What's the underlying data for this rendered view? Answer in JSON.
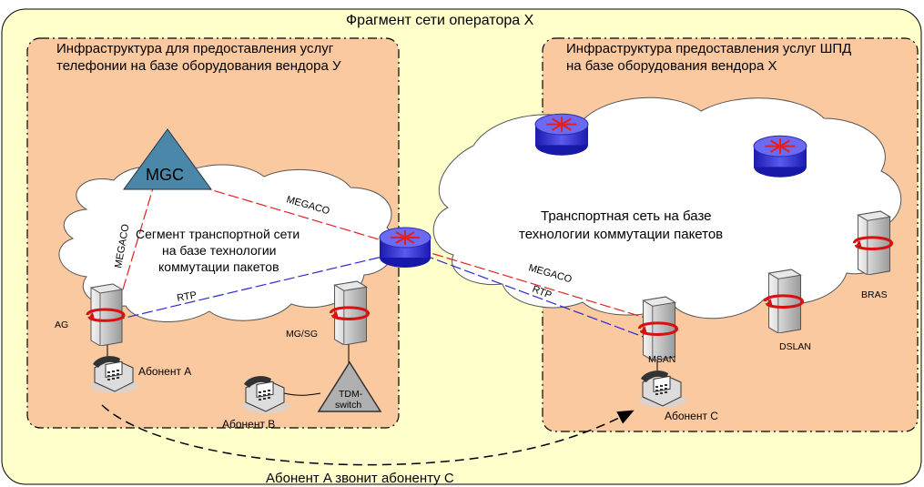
{
  "diagram": {
    "title": "Фрагмент сети оператора X",
    "left_block": {
      "title_line1": "Инфраструктура для предоставления услуг",
      "title_line2": "телефонии на базе оборудования вендора У",
      "cloud_line1": "Сегмент транспортной сети",
      "cloud_line2": "на базе технологии",
      "cloud_line3": "коммутации пакетов"
    },
    "right_block": {
      "title_line1": "Инфраструктура предоставления услуг ШПД",
      "title_line2": "на базе оборудования вендора X",
      "cloud_line1": "Транспортная сеть на базе",
      "cloud_line2": "технологии коммутации пакетов"
    },
    "nodes": {
      "mgc": "MGC",
      "ag": "AG",
      "mgsg": "MG/SG",
      "tdm_line1": "TDM-",
      "tdm_line2": "switch",
      "msan": "MSAN",
      "dslan": "DSLAN",
      "bras": "BRAS"
    },
    "subscribers": {
      "a": "Абонент A",
      "b": "Абонент B",
      "c": "Абонент C"
    },
    "links": {
      "megaco_vertical": "MEGACO",
      "megaco_1": "MEGACO",
      "megaco_2": "MEGACO",
      "rtp_1": "RTP",
      "rtp_2": "RTP"
    },
    "call_label": "Абонент A звонит абоненту C",
    "colors": {
      "outer_fill": "#ffffcc",
      "block_fill": "#fbc9a0",
      "cloud_fill": "#ffffff",
      "megaco_line": "#e02020",
      "rtp_line": "#2a2ad0",
      "router_blue": "#3a3ad8",
      "mgc_fill": "#4a87a8",
      "tdm_fill": "#b0b0b0",
      "arrow_red": "#d81010"
    }
  }
}
